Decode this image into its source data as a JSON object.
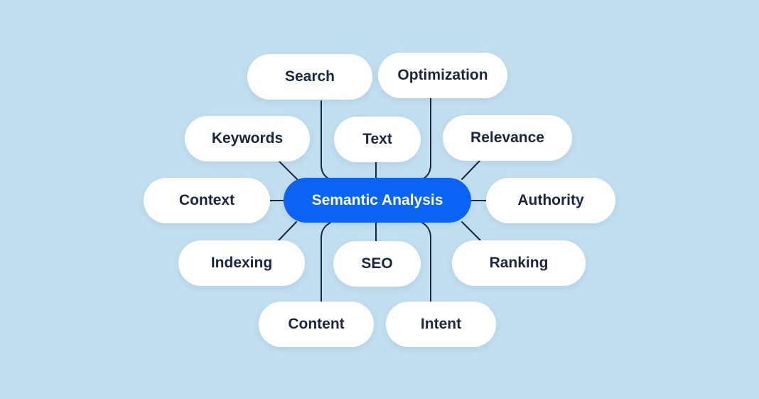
{
  "diagram": {
    "center_label": "Semantic Analysis",
    "nodes": [
      {
        "id": "search",
        "label": "Search"
      },
      {
        "id": "optimization",
        "label": "Optimization"
      },
      {
        "id": "keywords",
        "label": "Keywords"
      },
      {
        "id": "text",
        "label": "Text"
      },
      {
        "id": "relevance",
        "label": "Relevance"
      },
      {
        "id": "context",
        "label": "Context"
      },
      {
        "id": "authority",
        "label": "Authority"
      },
      {
        "id": "indexing",
        "label": "Indexing"
      },
      {
        "id": "seo",
        "label": "SEO"
      },
      {
        "id": "ranking",
        "label": "Ranking"
      },
      {
        "id": "content",
        "label": "Content"
      },
      {
        "id": "intent",
        "label": "Intent"
      }
    ]
  },
  "colors": {
    "background": "#c2dff0",
    "center_fill": "#0a63f2",
    "node_fill": "#ffffff",
    "node_text": "#1a2540",
    "connector": "#1a2540"
  }
}
